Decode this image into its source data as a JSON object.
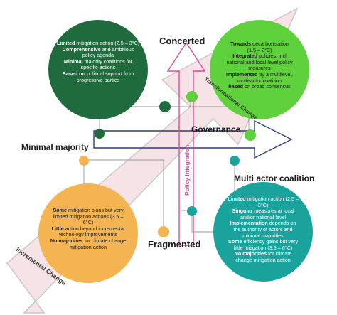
{
  "colors": {
    "dark_green": "#1f6b3d",
    "light_green": "#5ed13c",
    "orange": "#f4b451",
    "teal": "#1aa39c",
    "big_arrow_fill": "#f6e3e6",
    "big_arrow_stroke": "#c9c9c9",
    "policy_arrow": "#d94c9b",
    "governance_arrow": "#2e3a7a"
  },
  "labels": {
    "concerted": "Concerted",
    "fragmented": "Fragmented",
    "minimal_majority": "Minimal majority",
    "multi_actor_coalition": "Multi actor coalition",
    "governance": "Governance",
    "policy_integration": "Policy integration",
    "transformational_change": "Transformational Change",
    "incremental_change": "Incremental Change"
  },
  "circles": {
    "top_left": {
      "lines": [
        {
          "bold": "Limited",
          "rest": " mitigation action (2.5 – 3°C)"
        },
        {
          "bold": "Comprehensive",
          "rest": " and ambitious policy agenda"
        },
        {
          "bold": "Minimal",
          "rest": " majority coalitions for specific actions"
        },
        {
          "bold": "Based on",
          "rest": " political support from progressive parties"
        }
      ]
    },
    "top_right": {
      "lines": [
        {
          "bold": "Towards",
          "rest": " decarbonisation (1.5 – 2°C)"
        },
        {
          "bold": "Integrated",
          "rest": " policies, incl national and local level policy measures"
        },
        {
          "bold": "Implemented",
          "rest": " by a multilevel, multi-actor coalition"
        },
        {
          "bold": "based",
          "rest": " on broad consensus"
        }
      ]
    },
    "bottom_left": {
      "lines": [
        {
          "bold": "Some",
          "rest": " mitigation plans but very limited mitigation actions (3.5 – 6°C)"
        },
        {
          "bold": "Little",
          "rest": " action beyond incremental technology improvements"
        },
        {
          "bold": "No majorities",
          "rest": " for climate change mitigation action"
        }
      ]
    },
    "bottom_right": {
      "lines": [
        {
          "bold": "Limited",
          "rest": " mitigation action (2.5 – 3°C)"
        },
        {
          "bold": "Singular",
          "rest": " measures at local and/or national level"
        },
        {
          "bold": "Implementation",
          "rest": " depends on the authority of actors and minimal majorities"
        },
        {
          "bold": "Some",
          "rest": " efficiency gains but very little mitigation (3.5 – 6°C)"
        },
        {
          "bold": "No majorities",
          "rest": " for climate change mitigation action"
        }
      ]
    }
  }
}
